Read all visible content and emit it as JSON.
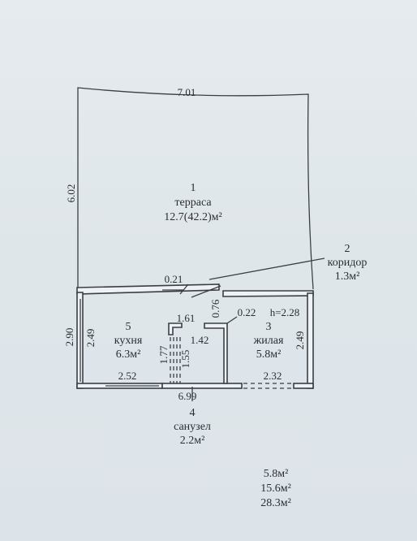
{
  "dimensions": {
    "top_width": "7.01",
    "left_height": "6.02",
    "wall_gap": "0.21",
    "corridor_gap": "0.76",
    "kitchen_outer_height": "2.90",
    "kitchen_inner_height": "2.49",
    "kitchen_width": "2.52",
    "stair_width": "1.61",
    "stair_height_1": "1.77",
    "stair_height_2": "1.55",
    "bath_width": "1.42",
    "living_gap": "0.22",
    "living_ceiling": "h=2.28",
    "living_height": "2.49",
    "living_width": "2.32",
    "bottom_total": "6.99"
  },
  "rooms": [
    {
      "number": "1",
      "name": "терраса",
      "area": "12.7(42.2)м²"
    },
    {
      "number": "2",
      "name": "коридор",
      "area": "1.3м²"
    },
    {
      "number": "3",
      "name": "жилая",
      "area": "5.8м²"
    },
    {
      "number": "4",
      "name": "санузел",
      "area": "2.2м²"
    },
    {
      "number": "5",
      "name": "кухня",
      "area": "6.3м²"
    }
  ],
  "totals": [
    "5.8м²",
    "15.6м²",
    "28.3м²"
  ]
}
